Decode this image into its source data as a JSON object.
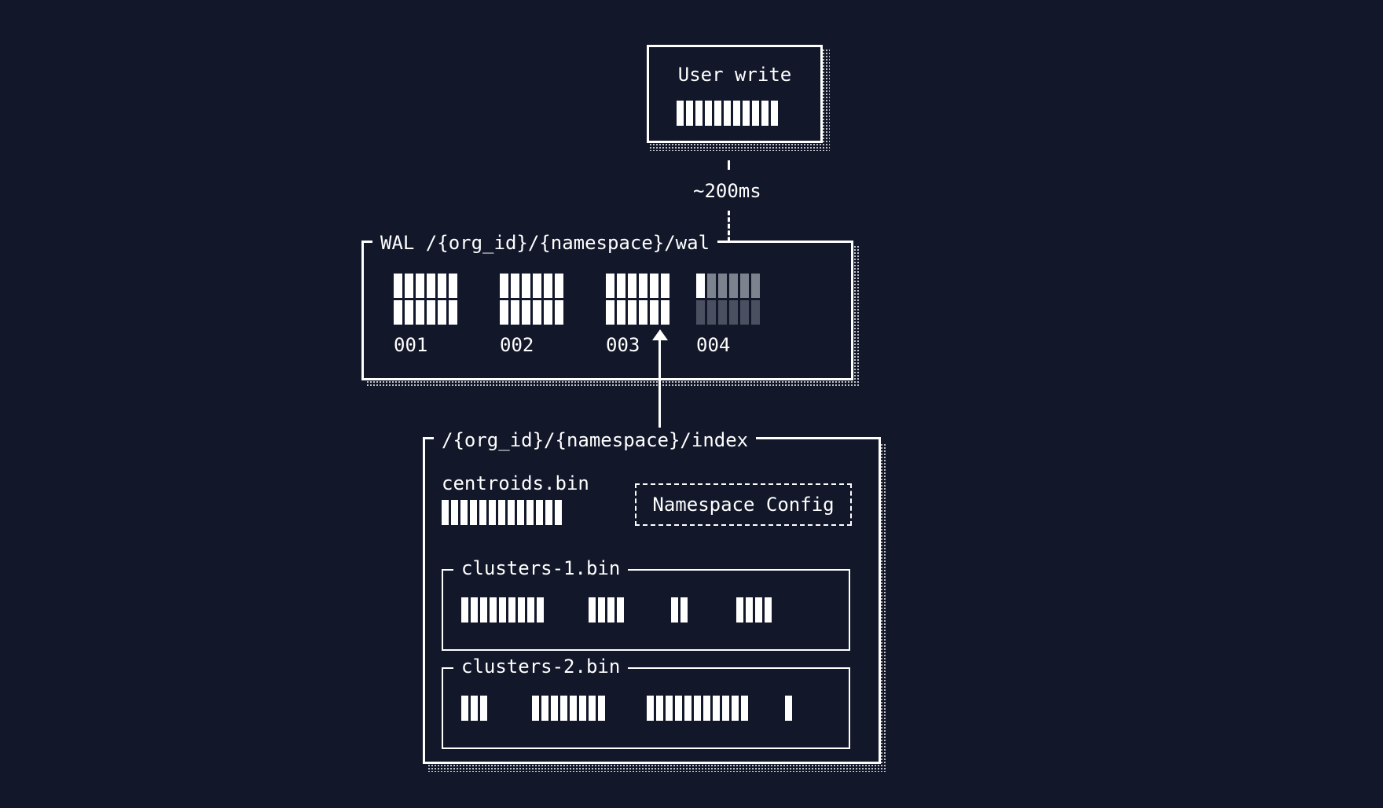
{
  "user_write": {
    "title": "User write",
    "block_count": 11
  },
  "latency": {
    "label": "~200ms"
  },
  "wal": {
    "title": "WAL /{org_id}/{namespace}/wal",
    "files": [
      {
        "name": "001",
        "rows": 2,
        "cols": 6,
        "filled": 12
      },
      {
        "name": "002",
        "rows": 2,
        "cols": 6,
        "filled": 12
      },
      {
        "name": "003",
        "rows": 2,
        "cols": 6,
        "filled": 12
      },
      {
        "name": "004",
        "rows": 2,
        "cols": 6,
        "filled": 1
      }
    ]
  },
  "index": {
    "title": "/{org_id}/{namespace}/index",
    "centroids": {
      "name": "centroids.bin",
      "block_count": 13
    },
    "config": {
      "label": "Namespace Config"
    },
    "clusters": [
      {
        "name": "clusters-1.bin",
        "groups": [
          9,
          4,
          2,
          4
        ]
      },
      {
        "name": "clusters-2.bin",
        "groups": [
          3,
          8,
          11,
          1
        ]
      }
    ]
  }
}
